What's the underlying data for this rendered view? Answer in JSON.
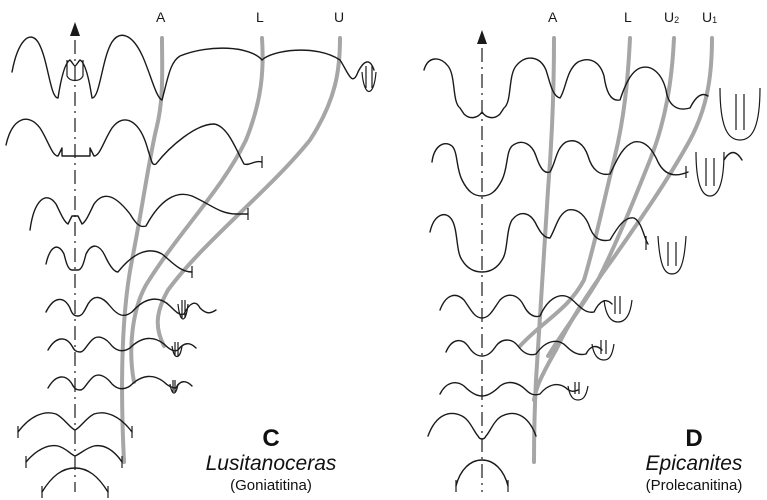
{
  "panel_c": {
    "labels": {
      "a": "A",
      "l": "L",
      "u": "U"
    },
    "letter": "C",
    "genus": "Lusitanoceras",
    "suborder": "(Goniatitina)"
  },
  "panel_d": {
    "labels": {
      "a": "A",
      "l": "L",
      "u2": "U",
      "u2_sub": "2",
      "u1": "U",
      "u1_sub": "1"
    },
    "letter": "D",
    "genus": "Epicanites",
    "suborder": "(Prolecanitina)"
  },
  "colors": {
    "line": "#1a1a1a",
    "track": "#a6a6a6"
  },
  "icons": [
    "up-arrow-icon"
  ]
}
